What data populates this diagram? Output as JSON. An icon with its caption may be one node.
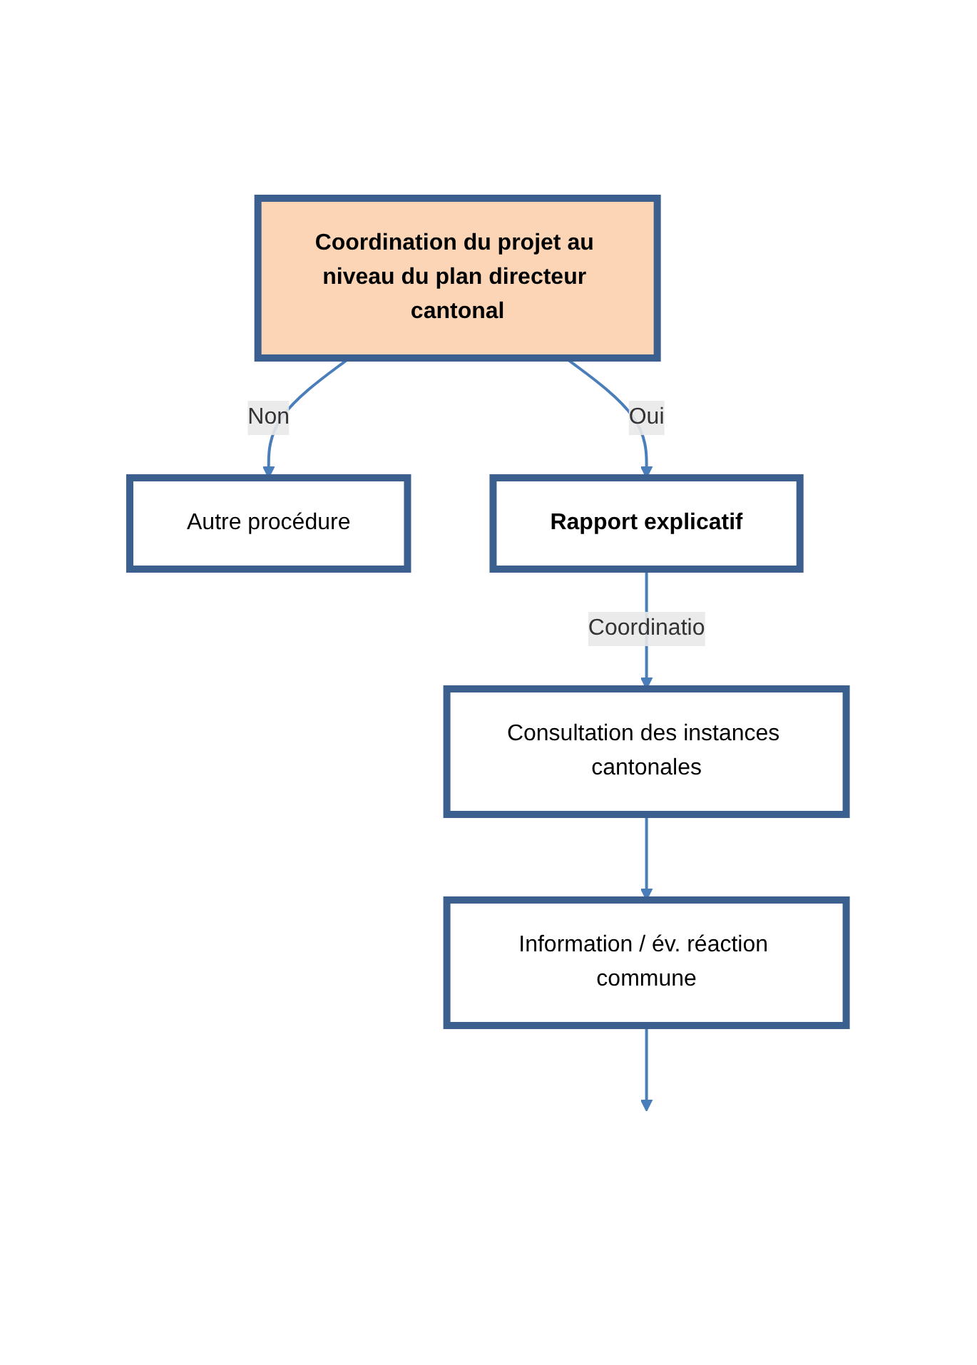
{
  "diagram": {
    "nodes": [
      {
        "text": [
          "Coordination du projet au niveau du plan directeur cantonal"
        ]
      },
      {
        "text": [
          "Autre procédure"
        ]
      },
      {
        "text": [
          "Rapport explicatif"
        ]
      },
      {
        "text": [
          "Consultation des instances cantonales"
        ]
      },
      {
        "text": [
          "Information / év. réaction commune"
        ]
      }
    ],
    "edges": [
      {
        "from": 0,
        "to": 1,
        "label": "Non",
        "arrow": "to"
      },
      {
        "from": 0,
        "to": 2,
        "label": "Oui",
        "arrow": "to"
      },
      {
        "from": 2,
        "to": 3,
        "label": "Coordinatio",
        "arrow": "to"
      },
      {
        "from": 3,
        "to": 4,
        "arrow": "to"
      },
      {
        "from": 4,
        "to": null,
        "arrow": "to"
      }
    ]
  }
}
